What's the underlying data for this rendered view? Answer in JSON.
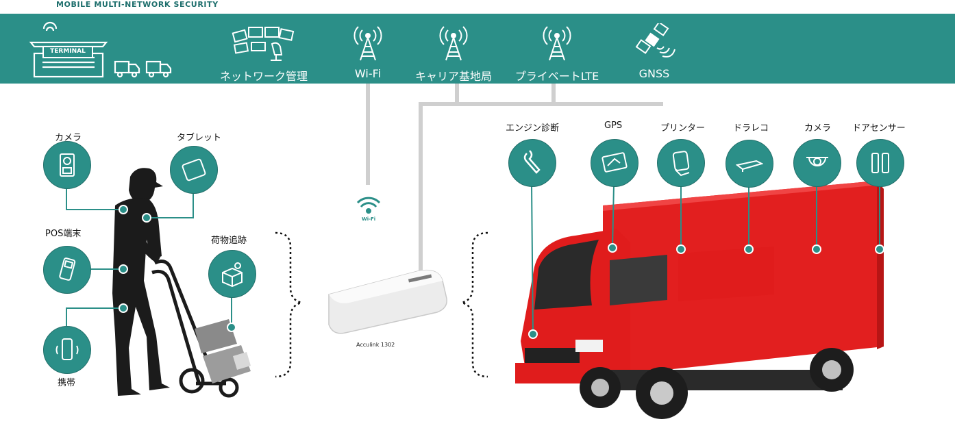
{
  "header": {
    "brand": "MOBILE MULTI-NETWORK SECURITY",
    "terminal_sign": "TERMINAL"
  },
  "band_items": [
    {
      "label": "ネットワーク管理",
      "icon": "monitors-icon"
    },
    {
      "label": "Wi-Fi",
      "icon": "antenna-icon"
    },
    {
      "label": "キャリア基地局",
      "icon": "antenna-icon"
    },
    {
      "label": "プライベートLTE",
      "icon": "antenna-icon"
    },
    {
      "label": "GNSS",
      "icon": "satellite-icon"
    }
  ],
  "worker_devices": {
    "camera": "カメラ",
    "tablet": "タブレット",
    "pos": "POS端末",
    "package_tracking": "荷物追跡",
    "phone": "携帯"
  },
  "router": {
    "model": "Acculink 1302",
    "wifi_label": "Wi-Fi"
  },
  "truck_devices": {
    "engine": "エンジン診断",
    "gps": "GPS",
    "printer": "プリンター",
    "dashcam": "ドラレコ",
    "camera": "カメラ",
    "door_sensor": "ドアセンサー"
  },
  "colors": {
    "teal": "#2b8f88",
    "truck_red": "#e01c1c",
    "dark": "#1e1e1e"
  }
}
